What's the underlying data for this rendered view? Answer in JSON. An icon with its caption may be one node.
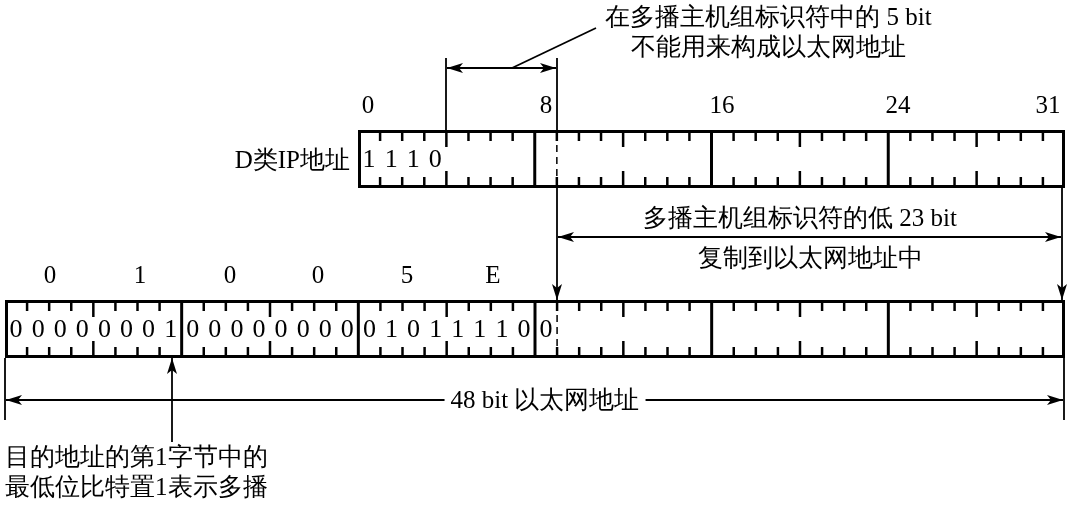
{
  "diagram": {
    "nodes": [
      {
        "text": [
          "1",
          "1",
          "1",
          "0"
        ],
        "beside": [
          "D类IP地址",
          "0",
          "8",
          "16",
          "24",
          "31"
        ]
      },
      {
        "text": [
          "0",
          "0",
          "0",
          "0",
          "0",
          "0",
          "0",
          "1",
          "0",
          "0",
          "0",
          "0",
          "0",
          "0",
          "0",
          "0",
          "0",
          "1",
          "0",
          "1",
          "1",
          "1",
          "1",
          "0",
          "0"
        ],
        "beside": [
          "0",
          "1",
          "0",
          "0",
          "5",
          "E"
        ]
      },
      {
        "text": [
          "在多播主机组标识符中的 5 bit 不能用来构成以太网地址"
        ]
      },
      {
        "text": [
          "目的地址的第1字节中的最低位比特置1表示多播"
        ]
      }
    ],
    "edges": [
      {
        "from": 2,
        "to": null,
        "arrow": "none"
      },
      {
        "from": 0,
        "to": 1,
        "arrow": "to"
      },
      {
        "from": 0,
        "to": 1,
        "arrow": "to"
      },
      {
        "from": 3,
        "to": 1,
        "arrow": "to"
      }
    ],
    "labels": [
      "多播主机组标识符的低 23 bit",
      "复制到以太网地址中",
      "48 bit 以太网地址"
    ]
  }
}
